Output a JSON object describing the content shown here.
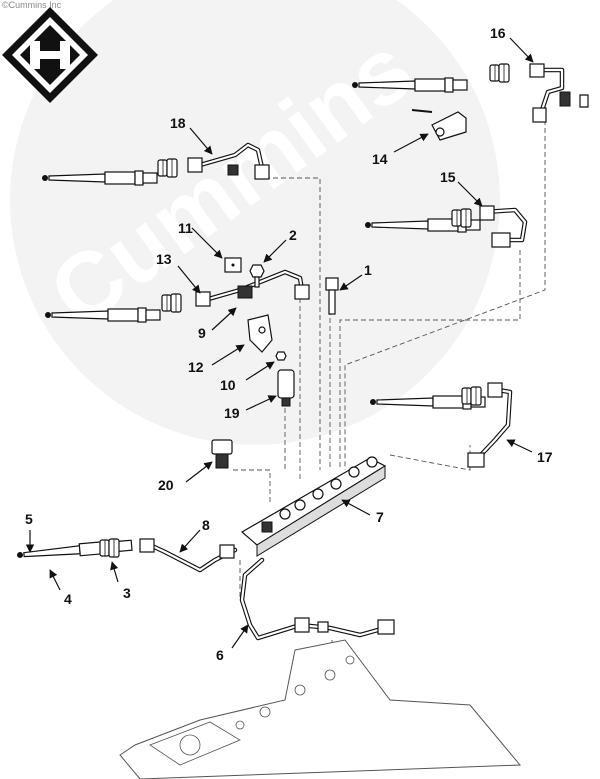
{
  "copyright": "©Cummins Inc",
  "watermark": "Cummins",
  "callouts": [
    "1",
    "2",
    "3",
    "4",
    "5",
    "6",
    "7",
    "8",
    "9",
    "10",
    "11",
    "12",
    "13",
    "14",
    "15",
    "16",
    "17",
    "18",
    "19",
    "20"
  ]
}
